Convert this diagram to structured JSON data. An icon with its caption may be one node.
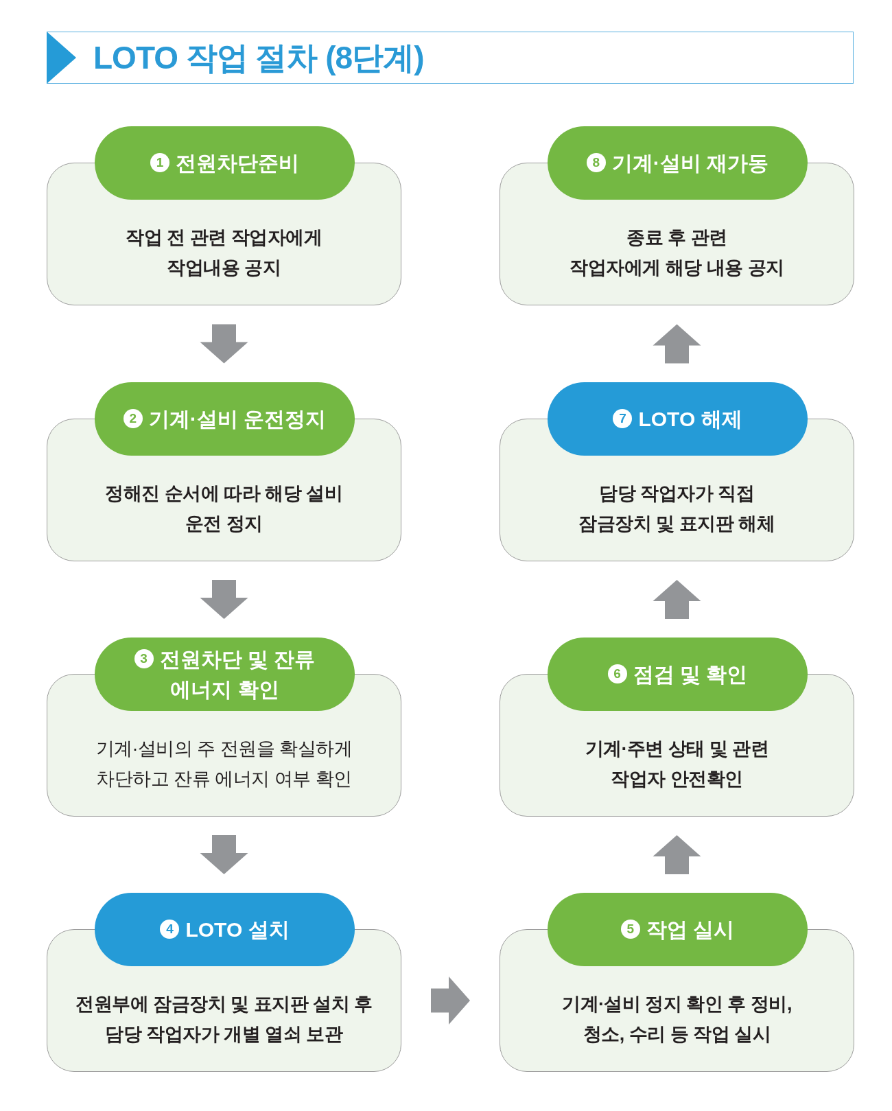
{
  "diagram": {
    "title": "LOTO 작업 절차 (8단계)",
    "nodes": [
      {
        "text": [
          "1",
          "전원차단준비",
          "작업 전 관련 작업자에게 작업내용 공지"
        ]
      },
      {
        "text": [
          "2",
          "기계·설비 운전정지",
          "정해진 순서에 따라 해당 설비 운전 정지"
        ]
      },
      {
        "text": [
          "3",
          "전원차단 및 잔류 에너지 확인",
          "기계·설비의 주 전원을 확실하게 차단하고 잔류 에너지 여부 확인"
        ]
      },
      {
        "text": [
          "4",
          "LOTO 설치",
          "전원부에 잠금장치 및 표지판 설치 후 담당 작업자가 개별 열쇠 보관"
        ]
      },
      {
        "text": [
          "5",
          "작업 실시",
          "기계·설비 정지 확인 후 정비, 청소, 수리 등 작업 실시"
        ]
      },
      {
        "text": [
          "6",
          "점검 및 확인",
          "기계·주변 상태 및 관련 작업자 안전확인"
        ]
      },
      {
        "text": [
          "7",
          "LOTO 해제",
          "담당 작업자가 직접 잠금장치 및 표지판 해체"
        ]
      },
      {
        "text": [
          "8",
          "기계·설비 재가동",
          "종료 후 관련 작업자에게 해당 내용 공지"
        ]
      }
    ],
    "edges": [
      {
        "from": 0,
        "to": 1,
        "arrow": "to"
      },
      {
        "from": 1,
        "to": 2,
        "arrow": "to"
      },
      {
        "from": 2,
        "to": 3,
        "arrow": "to"
      },
      {
        "from": 3,
        "to": 4,
        "arrow": "to"
      },
      {
        "from": 4,
        "to": 5,
        "arrow": "to"
      },
      {
        "from": 5,
        "to": 6,
        "arrow": "to"
      },
      {
        "from": 6,
        "to": 7,
        "arrow": "to"
      }
    ]
  }
}
